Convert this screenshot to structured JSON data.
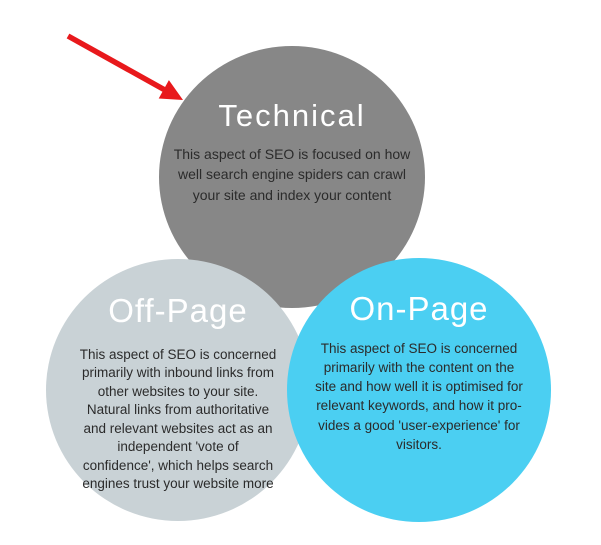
{
  "diagram": {
    "name": "SEO Venn diagram",
    "circles": {
      "technical": {
        "title": "Technical",
        "body": "This aspect of SEO is focused on how\nwell search engine spiders can crawl\nyour site and index your content"
      },
      "off_page": {
        "title": "Off-Page",
        "body": "This aspect of SEO is concerned\nprimarily with inbound links from\nother websites to your site.\nNatural links from authoritative\nand relevant websites act as an\nindependent 'vote of\nconfidence', which helps search\nengines trust your website more"
      },
      "on_page": {
        "title": "On-Page",
        "body": "This aspect of SEO is concerned\nprimarily with the content on the\nsite and how well it is optimised for\nrelevant keywords, and how it pro-\nvides a good 'user-experience' for\nvisitors."
      }
    }
  },
  "colors": {
    "technical_circle": "#878787",
    "off_page_circle": "#c9d2d6",
    "on_page_circle": "#4bcff2",
    "arrow": "#e8191c",
    "title_text": "#ffffff",
    "body_text": "#2b2b2b",
    "background": "#ffffff"
  }
}
